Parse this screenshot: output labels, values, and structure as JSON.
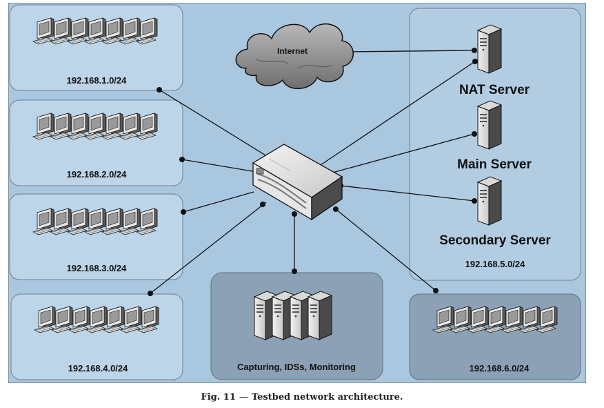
{
  "figure": {
    "caption_number": "Fig. 11",
    "caption_separator": "—",
    "caption_text": "Testbed network architecture."
  },
  "colors": {
    "background": "#a9c7df",
    "panel_light": "#bcd5e8",
    "panel_dark": "#8ca1b5",
    "line": "#111111"
  },
  "nodes": {
    "internet": {
      "label": "Internet",
      "icon": "cloud-icon"
    },
    "nat_server": {
      "label": "NAT Server",
      "icon": "server-icon"
    },
    "main_server": {
      "label": "Main Server",
      "icon": "server-icon"
    },
    "secondary_server": {
      "label": "Secondary Server",
      "icon": "server-icon"
    },
    "server_subnet": {
      "label": "192.168.5.0/24"
    },
    "switch": {
      "icon": "network-switch-icon"
    },
    "monitoring": {
      "label": "Capturing, IDSs, Monitoring",
      "icon": "server-rack-icon"
    }
  },
  "subnets": [
    {
      "id": "subnet-1",
      "label": "192.168.1.0/24",
      "icon": "workstation-group-icon"
    },
    {
      "id": "subnet-2",
      "label": "192.168.2.0/24",
      "icon": "workstation-group-icon"
    },
    {
      "id": "subnet-3",
      "label": "192.168.3.0/24",
      "icon": "workstation-group-icon"
    },
    {
      "id": "subnet-4",
      "label": "192.168.4.0/24",
      "icon": "workstation-group-icon"
    },
    {
      "id": "subnet-6",
      "label": "192.168.6.0/24",
      "icon": "workstation-group-icon"
    }
  ]
}
